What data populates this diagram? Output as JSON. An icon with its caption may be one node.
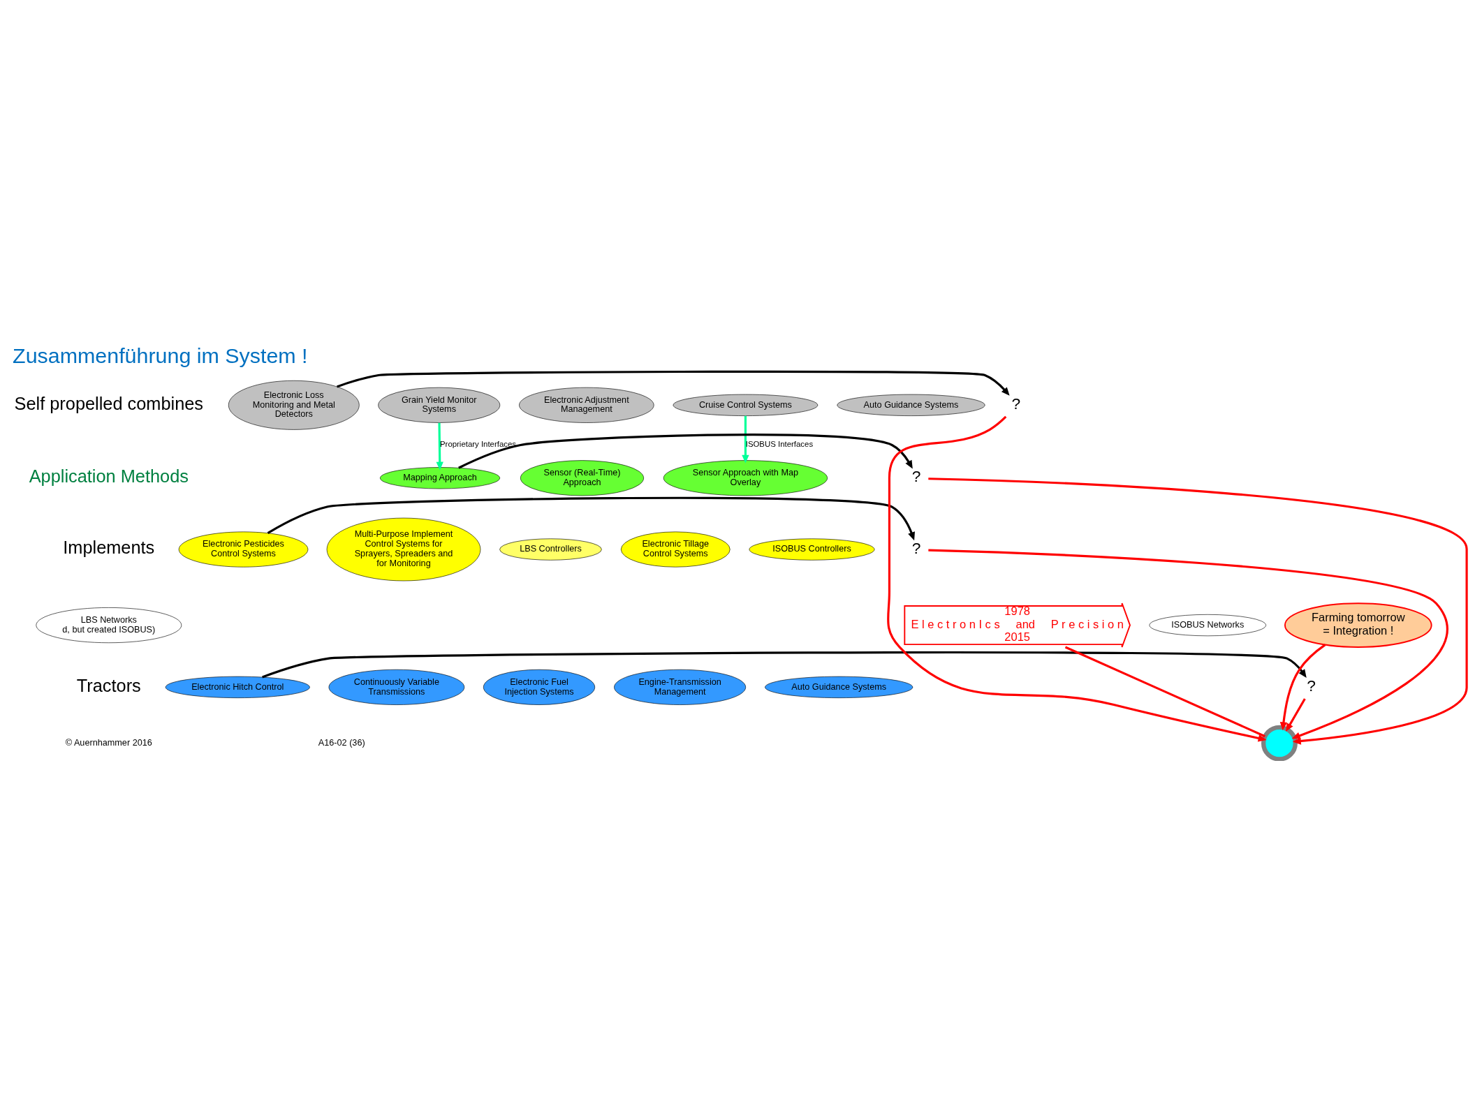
{
  "diagram": {
    "title": "Zusammenführung im System !",
    "nodes": [
      {
        "text": [
          "Auto Guidance Systems"
        ]
      },
      {
        "text": [
          "Cruise Control Systems"
        ]
      },
      {
        "text": [
          "Electronic Adjustment Management"
        ]
      },
      {
        "text": [
          "Grain Yield Monitor Systems"
        ]
      },
      {
        "text": [
          "Electronic Loss Monitoring and Metal Detectors"
        ]
      },
      {
        "text": [
          "Sensor Approach with Map Overlay"
        ]
      },
      {
        "text": [
          "Sensor (Real-Time) Approach"
        ]
      },
      {
        "text": [
          "Mapping Approach"
        ]
      },
      {
        "text": [
          "ISOBUS Controllers"
        ]
      },
      {
        "text": [
          "Electronic Tillage Control Systems"
        ]
      },
      {
        "text": [
          "LBS Controllers"
        ]
      },
      {
        "text": [
          "Multi-Purpose Implement Control Systems for Sprayers, Spreaders and for Monitoring"
        ]
      },
      {
        "text": [
          "Electronic Pesticides Control Systems"
        ]
      },
      {
        "text": [
          "Auto Guidance Systems"
        ]
      },
      {
        "text": [
          "Engine-Transmission Management"
        ]
      },
      {
        "text": [
          "Electronic Fuel Injection Systems"
        ]
      },
      {
        "text": [
          "Continuously Variable Transmissions"
        ]
      },
      {
        "text": [
          "Electronic Hitch Control"
        ]
      },
      {
        "text": [],
        "shape": "circle"
      },
      {
        "text": [
          "Farming tomorrow",
          "= Integration !"
        ]
      },
      {
        "text": [
          "1978",
          "E l e c t r o n I c s     and     P r e c i s i o n",
          "2015"
        ]
      },
      {
        "text": [
          "LBS Networks",
          "d, but created ISOBUS)"
        ]
      },
      {
        "text": [
          "ISOBUS Networks"
        ]
      },
      {
        "text": [
          "?"
        ]
      },
      {
        "text": [
          "?"
        ]
      },
      {
        "text": [
          "?"
        ]
      },
      {
        "text": [
          "?"
        ]
      }
    ],
    "edges": [
      {
        "from": 4,
        "to": 23,
        "arrow": "to",
        "color": "#000000"
      },
      {
        "from": 7,
        "to": 24,
        "arrow": "to",
        "color": "#000000"
      },
      {
        "from": 12,
        "to": 25,
        "arrow": "to",
        "color": "#000000"
      },
      {
        "from": 17,
        "to": 26,
        "arrow": "to",
        "color": "#000000"
      },
      {
        "from": 3,
        "to": 7,
        "label": "Proprietary Interfaces",
        "arrow": "to",
        "color": "#00ff99"
      },
      {
        "from": 1,
        "to": 5,
        "label": "ISOBUS Interfaces",
        "arrow": "to",
        "color": "#00ff99"
      },
      {
        "from": 23,
        "to": 18,
        "arrow": "to",
        "color": "#ff0000"
      },
      {
        "from": 24,
        "to": 18,
        "arrow": "to",
        "color": "#ff0000"
      },
      {
        "from": 25,
        "to": 18,
        "arrow": "to",
        "color": "#ff0000"
      },
      {
        "from": 26,
        "to": 18,
        "arrow": "to",
        "color": "#ff0000"
      },
      {
        "from": 20,
        "to": 18,
        "arrow": "none",
        "color": "#ff0000"
      },
      {
        "from": 19,
        "to": 18,
        "arrow": "to",
        "color": "#ff0000"
      }
    ],
    "labels": [
      "Self propelled combines",
      "Application Methods",
      "Implements",
      "Tractors",
      "© Auernhammer 2016",
      "A16-02 (36)"
    ]
  }
}
